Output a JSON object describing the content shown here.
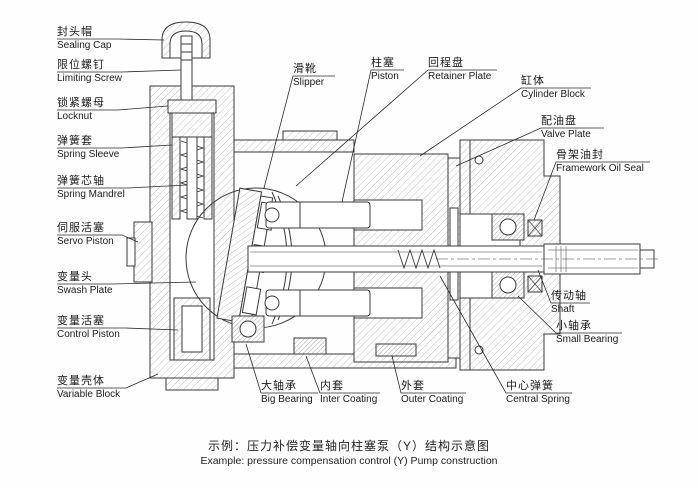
{
  "colors": {
    "line": "#3a3a3a",
    "hatch": "#999999",
    "text": "#1b1b1b",
    "background": "#ffffff"
  },
  "labels": [
    {
      "name": "sealing-cap",
      "cn": "封头帽",
      "en": "Sealing Cap"
    },
    {
      "name": "limiting-screw",
      "cn": "限位螺钉",
      "en": "Limiting Screw"
    },
    {
      "name": "locknut",
      "cn": "锁紧螺母",
      "en": "Locknut"
    },
    {
      "name": "spring-sleeve",
      "cn": "弹簧套",
      "en": "Spring Sleeve"
    },
    {
      "name": "spring-mandrel",
      "cn": "弹簧芯轴",
      "en": "Spring Mandrel"
    },
    {
      "name": "servo-piston",
      "cn": "伺服活塞",
      "en": "Servo Piston"
    },
    {
      "name": "swash-plate",
      "cn": "变量头",
      "en": "Swash Plate"
    },
    {
      "name": "control-piston",
      "cn": "变量活塞",
      "en": "Control Piston"
    },
    {
      "name": "variable-block",
      "cn": "变量壳体",
      "en": "Variable Block"
    },
    {
      "name": "slipper",
      "cn": "滑靴",
      "en": "Slipper"
    },
    {
      "name": "piston",
      "cn": "柱塞",
      "en": "Piston"
    },
    {
      "name": "retainer-plate",
      "cn": "回程盘",
      "en": "Retainer Plate"
    },
    {
      "name": "cylinder-block",
      "cn": "缸体",
      "en": "Cylinder Block"
    },
    {
      "name": "valve-plate",
      "cn": "配油盘",
      "en": "Valve Plate"
    },
    {
      "name": "framework-oil-seal",
      "cn": "骨架油封",
      "en": "Framework Oil Seal"
    },
    {
      "name": "shaft",
      "cn": "传动轴",
      "en": "Shaft"
    },
    {
      "name": "small-bearing",
      "cn": "小轴承",
      "en": "Small Bearing"
    },
    {
      "name": "big-bearing",
      "cn": "大轴承",
      "en": "Big Bearing"
    },
    {
      "name": "inter-coating",
      "cn": "内套",
      "en": "Inter Coating"
    },
    {
      "name": "outer-coating",
      "cn": "外套",
      "en": "Outer Coating"
    },
    {
      "name": "central-spring",
      "cn": "中心弹簧",
      "en": "Central Spring"
    }
  ],
  "caption": {
    "cn": "示例：压力补偿变量轴向柱塞泵（Y）结构示意图",
    "en": "Example: pressure compensation control (Y) Pump construction"
  }
}
